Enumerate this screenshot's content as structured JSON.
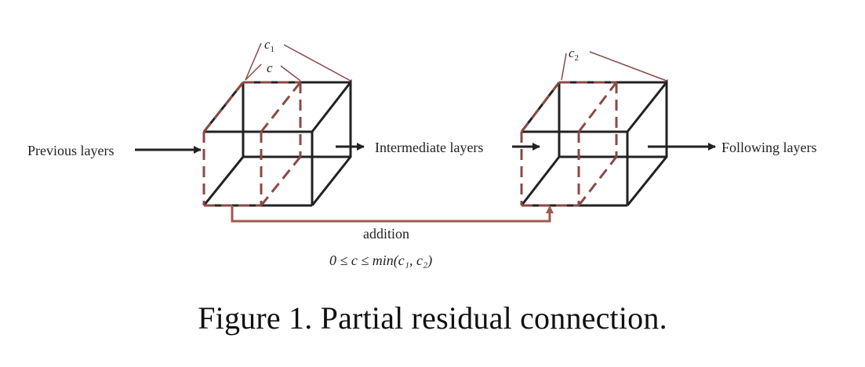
{
  "labels": {
    "previous": "Previous layers",
    "intermediate": "Intermediate layers",
    "following": "Following layers",
    "c1": "c",
    "c1_sub": "1",
    "c": "c",
    "c2": "c",
    "c2_sub": "2",
    "addition": "addition",
    "condition": "0 ≤ c ≤ min(c₁, c₂)"
  },
  "caption": "Figure 1. Partial residual connection.",
  "colors": {
    "solid": "#222222",
    "dashed": "#8a4a44",
    "residual": "#a05a52",
    "arrow": "#222222"
  }
}
